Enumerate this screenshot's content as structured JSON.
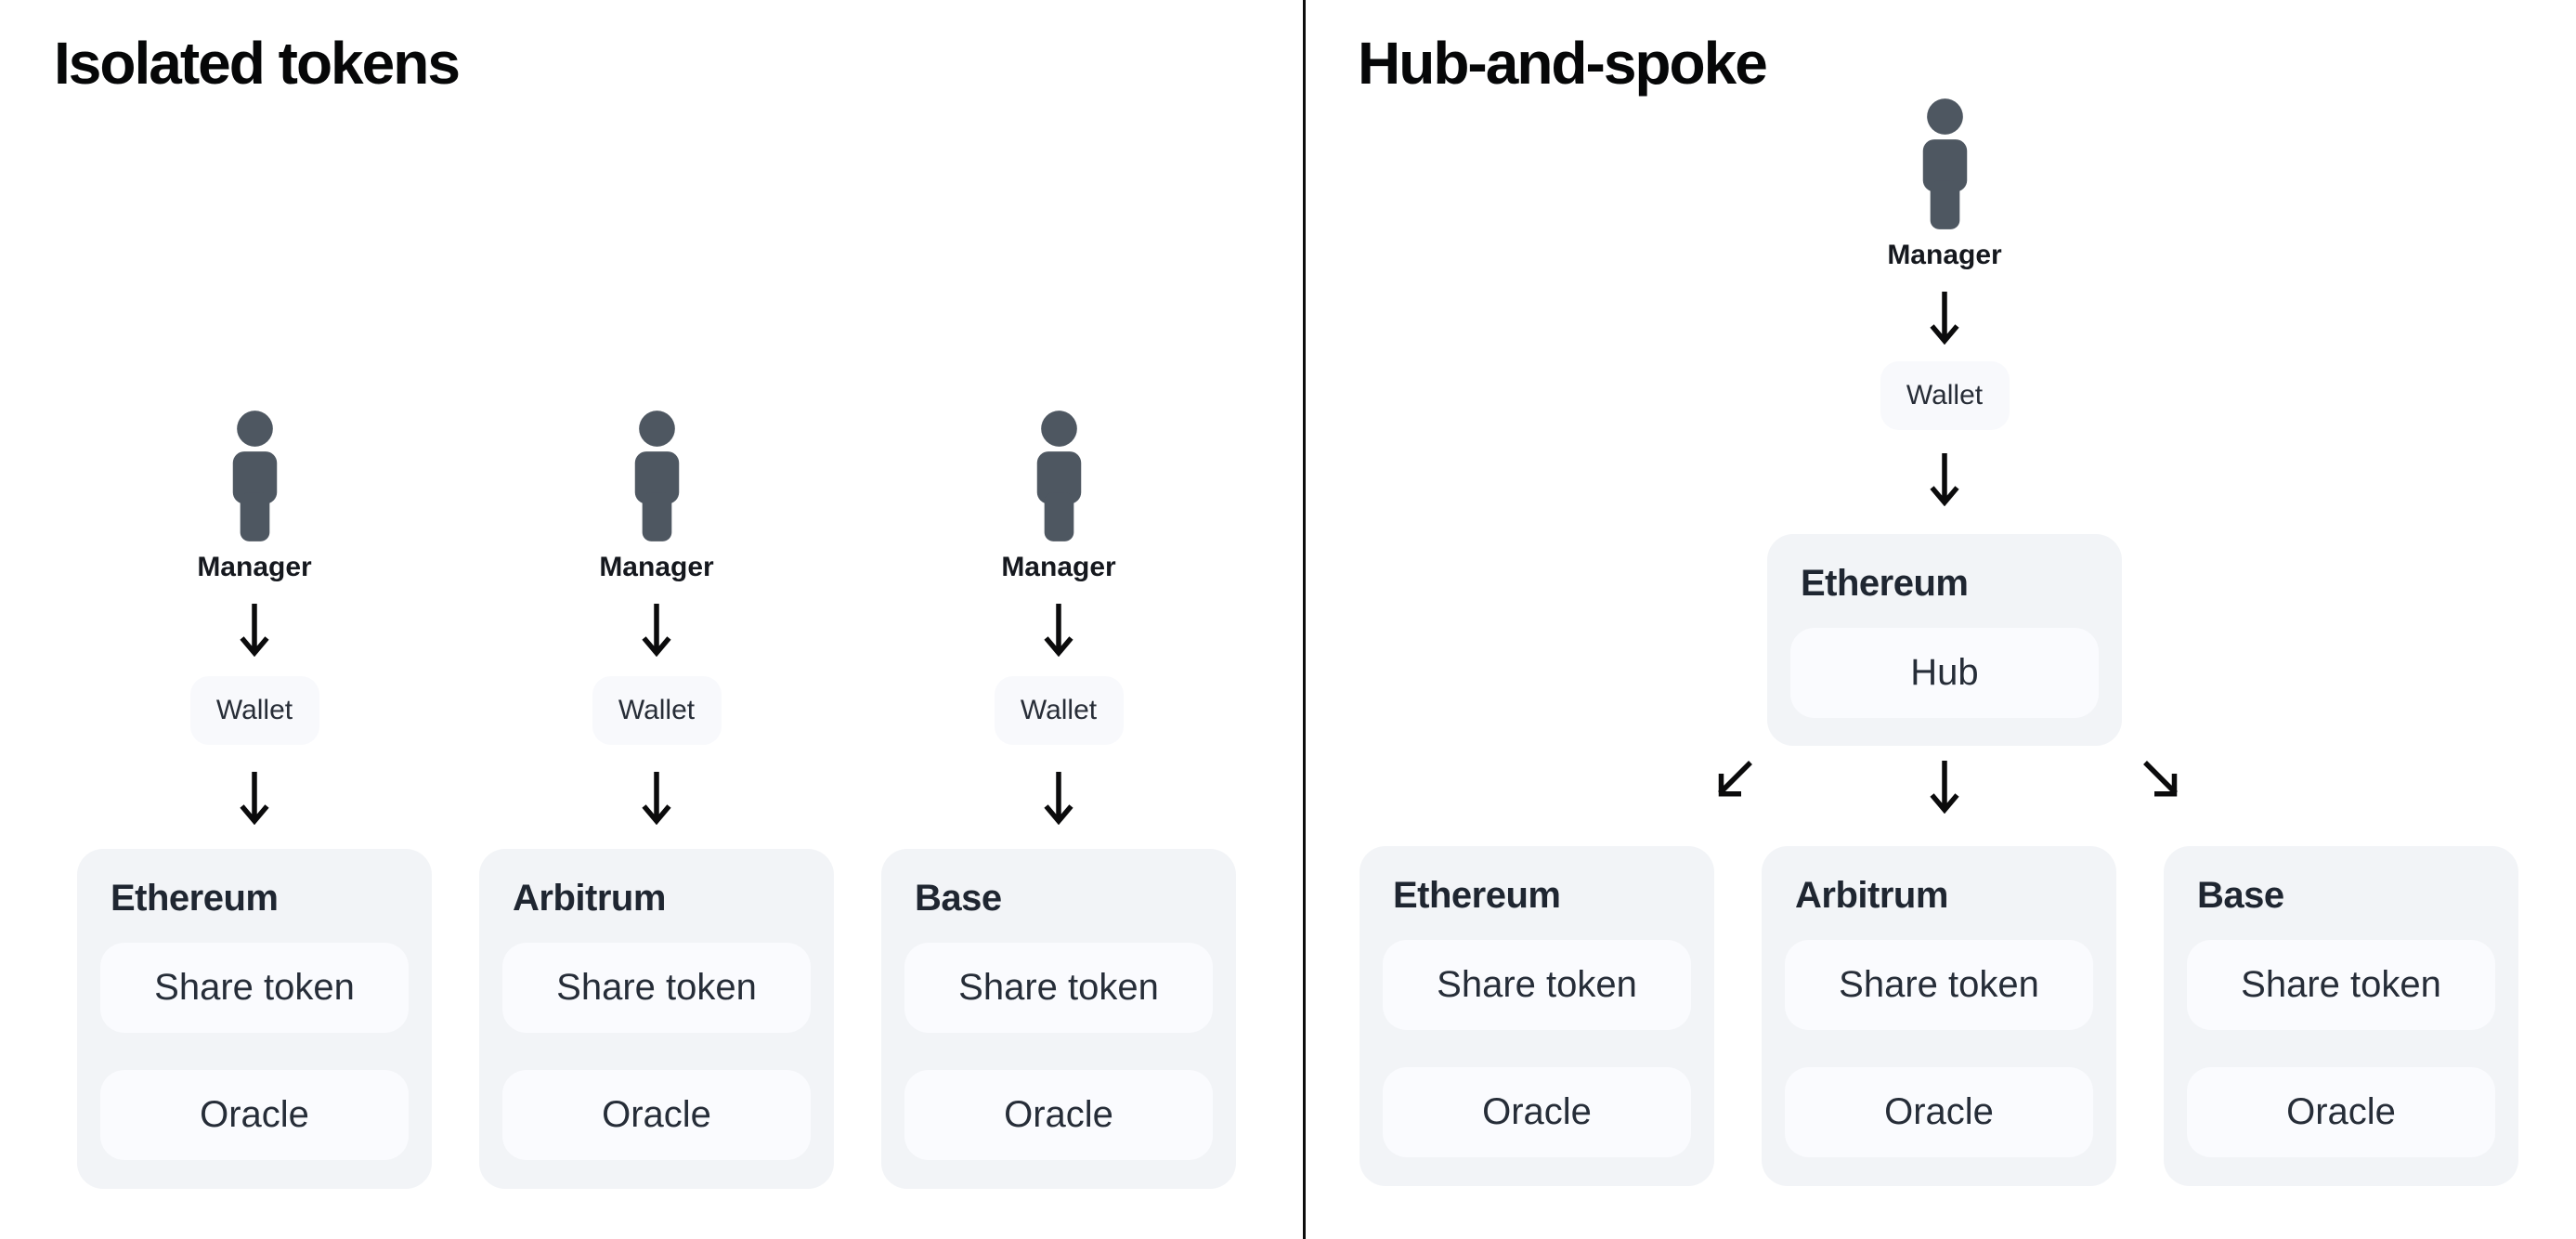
{
  "left_panel": {
    "title": "Isolated tokens",
    "columns": [
      {
        "manager_label": "Manager",
        "wallet_label": "Wallet",
        "chain": "Ethereum",
        "boxes": [
          "Share token",
          "Oracle"
        ]
      },
      {
        "manager_label": "Manager",
        "wallet_label": "Wallet",
        "chain": "Arbitrum",
        "boxes": [
          "Share token",
          "Oracle"
        ]
      },
      {
        "manager_label": "Manager",
        "wallet_label": "Wallet",
        "chain": "Base",
        "boxes": [
          "Share token",
          "Oracle"
        ]
      }
    ]
  },
  "right_panel": {
    "title": "Hub-and-spoke",
    "manager_label": "Manager",
    "wallet_label": "Wallet",
    "hub": {
      "chain": "Ethereum",
      "box": "Hub"
    },
    "spokes": [
      {
        "chain": "Ethereum",
        "boxes": [
          "Share token",
          "Oracle"
        ]
      },
      {
        "chain": "Arbitrum",
        "boxes": [
          "Share token",
          "Oracle"
        ]
      },
      {
        "chain": "Base",
        "boxes": [
          "Share token",
          "Oracle"
        ]
      }
    ]
  },
  "icons": {
    "person": "person-icon",
    "arrow_down": "arrow-down-icon",
    "arrow_down_left": "arrow-down-left-icon",
    "arrow_down_right": "arrow-down-right-icon"
  },
  "colors": {
    "background": "#ffffff",
    "divider": "#0d0d0d",
    "card_bg": "#f2f4f7",
    "inner_box_bg": "#fafbfe",
    "wallet_bg": "#f8f9fc",
    "person_icon": "#4e5761",
    "arrow": "#0b0b0c",
    "title_text": "#060708",
    "chain_heading_text": "#1f2631",
    "box_text": "#262d38"
  }
}
